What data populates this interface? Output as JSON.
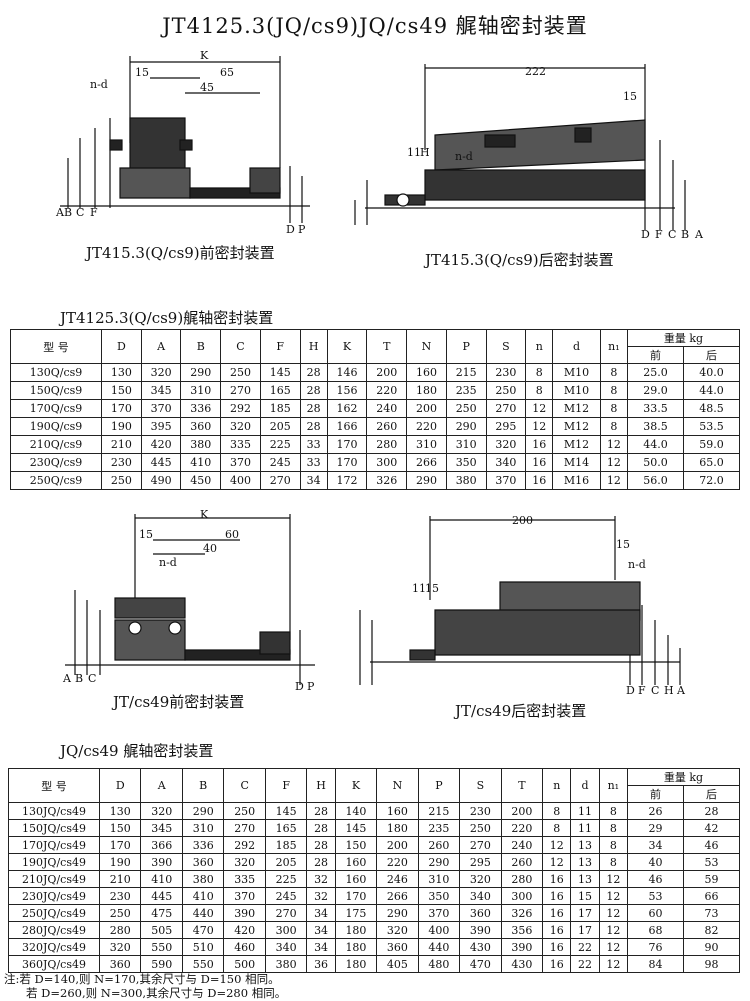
{
  "page_title": "JT4125.3(JQ/cs9)JQ/cs49 艉轴密封装置",
  "figures": {
    "jt_front": {
      "caption": "JT415.3(Q/cs9)前密封装置",
      "dims": [
        "K",
        "15",
        "65",
        "45",
        "n-d"
      ],
      "side_labels": [
        "A",
        "B",
        "C",
        "F",
        "D",
        "P"
      ]
    },
    "jt_rear": {
      "caption": "JT415.3(Q/cs9)后密封装置",
      "dims": [
        "222",
        "15",
        "n-d",
        "11",
        "H"
      ],
      "side_labels": [
        "D",
        "F",
        "C",
        "B",
        "A"
      ]
    },
    "jq_front": {
      "caption": "JT/cs49前密封装置",
      "dims": [
        "K",
        "60",
        "40",
        "15",
        "n-d"
      ],
      "side_labels": [
        "A",
        "B",
        "C",
        "D",
        "P"
      ]
    },
    "jq_rear": {
      "caption": "JT/cs49后密封装置",
      "dims": [
        "200",
        "15",
        "n-d",
        "11",
        "15"
      ],
      "side_labels": [
        "D",
        "F",
        "C",
        "H",
        "A"
      ]
    }
  },
  "table1": {
    "title": "JT4125.3(Q/cs9)艉轴密封装置",
    "headers": [
      "型 号",
      "D",
      "A",
      "B",
      "C",
      "F",
      "H",
      "K",
      "T",
      "N",
      "P",
      "S",
      "n",
      "d",
      "n₁"
    ],
    "weight_header": "重量 kg",
    "weight_sub": [
      "前",
      "后"
    ],
    "rows": [
      [
        "130Q/cs9",
        "130",
        "320",
        "290",
        "250",
        "145",
        "28",
        "146",
        "200",
        "160",
        "215",
        "230",
        "8",
        "M10",
        "8",
        "25.0",
        "40.0"
      ],
      [
        "150Q/cs9",
        "150",
        "345",
        "310",
        "270",
        "165",
        "28",
        "156",
        "220",
        "180",
        "235",
        "250",
        "8",
        "M10",
        "8",
        "29.0",
        "44.0"
      ],
      [
        "170Q/cs9",
        "170",
        "370",
        "336",
        "292",
        "185",
        "28",
        "162",
        "240",
        "200",
        "250",
        "270",
        "12",
        "M12",
        "8",
        "33.5",
        "48.5"
      ],
      [
        "190Q/cs9",
        "190",
        "395",
        "360",
        "320",
        "205",
        "28",
        "166",
        "260",
        "220",
        "290",
        "295",
        "12",
        "M12",
        "8",
        "38.5",
        "53.5"
      ],
      [
        "210Q/cs9",
        "210",
        "420",
        "380",
        "335",
        "225",
        "33",
        "170",
        "280",
        "310",
        "310",
        "320",
        "16",
        "M12",
        "12",
        "44.0",
        "59.0"
      ],
      [
        "230Q/cs9",
        "230",
        "445",
        "410",
        "370",
        "245",
        "33",
        "170",
        "300",
        "266",
        "350",
        "340",
        "16",
        "M14",
        "12",
        "50.0",
        "65.0"
      ],
      [
        "250Q/cs9",
        "250",
        "490",
        "450",
        "400",
        "270",
        "34",
        "172",
        "326",
        "290",
        "380",
        "370",
        "16",
        "M16",
        "12",
        "56.0",
        "72.0"
      ]
    ]
  },
  "table2": {
    "title": "JQ/cs49 艉轴密封装置",
    "headers": [
      "型 号",
      "D",
      "A",
      "B",
      "C",
      "F",
      "H",
      "K",
      "N",
      "P",
      "S",
      "T",
      "n",
      "d",
      "n₁"
    ],
    "weight_header": "重量 kg",
    "weight_sub": [
      "前",
      "后"
    ],
    "rows": [
      [
        "130JQ/cs49",
        "130",
        "320",
        "290",
        "250",
        "145",
        "28",
        "140",
        "160",
        "215",
        "230",
        "200",
        "8",
        "11",
        "8",
        "26",
        "28"
      ],
      [
        "150JQ/cs49",
        "150",
        "345",
        "310",
        "270",
        "165",
        "28",
        "145",
        "180",
        "235",
        "250",
        "220",
        "8",
        "11",
        "8",
        "29",
        "42"
      ],
      [
        "170JQ/cs49",
        "170",
        "366",
        "336",
        "292",
        "185",
        "28",
        "150",
        "200",
        "260",
        "270",
        "240",
        "12",
        "13",
        "8",
        "34",
        "46"
      ],
      [
        "190JQ/cs49",
        "190",
        "390",
        "360",
        "320",
        "205",
        "28",
        "160",
        "220",
        "290",
        "295",
        "260",
        "12",
        "13",
        "8",
        "40",
        "53"
      ],
      [
        "210JQ/cs49",
        "210",
        "410",
        "380",
        "335",
        "225",
        "32",
        "160",
        "246",
        "310",
        "320",
        "280",
        "16",
        "13",
        "12",
        "46",
        "59"
      ],
      [
        "230JQ/cs49",
        "230",
        "445",
        "410",
        "370",
        "245",
        "32",
        "170",
        "266",
        "350",
        "340",
        "300",
        "16",
        "15",
        "12",
        "53",
        "66"
      ],
      [
        "250JQ/cs49",
        "250",
        "475",
        "440",
        "390",
        "270",
        "34",
        "175",
        "290",
        "370",
        "360",
        "326",
        "16",
        "17",
        "12",
        "60",
        "73"
      ],
      [
        "280JQ/cs49",
        "280",
        "505",
        "470",
        "420",
        "300",
        "34",
        "180",
        "320",
        "400",
        "390",
        "356",
        "16",
        "17",
        "12",
        "68",
        "82"
      ],
      [
        "320JQ/cs49",
        "320",
        "550",
        "510",
        "460",
        "340",
        "34",
        "180",
        "360",
        "440",
        "430",
        "390",
        "16",
        "22",
        "12",
        "76",
        "90"
      ],
      [
        "360JQ/cs49",
        "360",
        "590",
        "550",
        "500",
        "380",
        "36",
        "180",
        "405",
        "480",
        "470",
        "430",
        "16",
        "22",
        "12",
        "84",
        "98"
      ]
    ]
  },
  "notes": [
    "注:若 D=140,则 N=170,其余尺寸与 D=150 相同。",
    "若 D=260,则 N=300,其余尺寸与 D=280 相同。"
  ]
}
